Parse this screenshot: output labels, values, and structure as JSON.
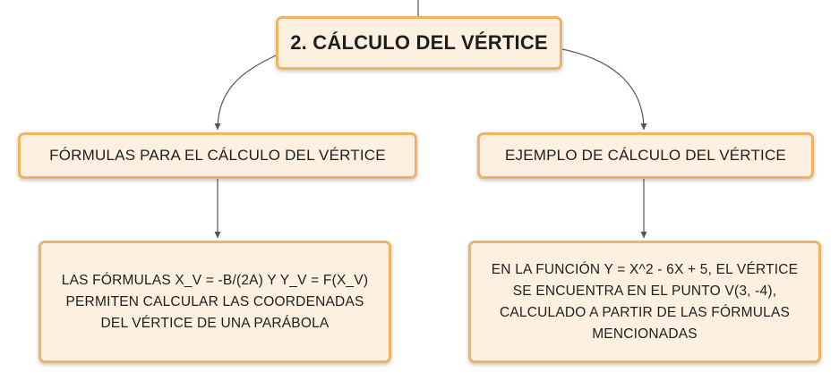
{
  "root": {
    "label": "2. CÁLCULO DEL VÉRTICE"
  },
  "branches": [
    {
      "label": "FÓRMULAS PARA EL CÁLCULO DEL VÉRTICE",
      "detail": "LAS FÓRMULAS X_V = -B/(2A) Y Y_V = F(X_V) PERMITEN CALCULAR LAS COORDENADAS DEL VÉRTICE DE UNA PARÁBOLA"
    },
    {
      "label": "EJEMPLO DE CÁLCULO DEL VÉRTICE",
      "detail": "EN LA FUNCIÓN Y = X^2 - 6X + 5, EL VÉRTICE SE ENCUENTRA EN EL PUNTO V(3, -4), CALCULADO A PARTIR DE LAS FÓRMULAS MENCIONADAS"
    }
  ],
  "colors": {
    "node_fill": "#fdf0e0",
    "node_border": "#f2b361",
    "connector": "#555555",
    "text": "#1e1e1e"
  }
}
